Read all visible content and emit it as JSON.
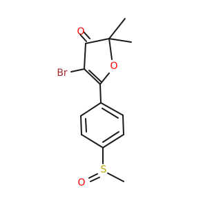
{
  "molecule": {
    "atoms": {
      "carbonyl_oxygen": {
        "symbol": "O",
        "color": "#ff0000"
      },
      "ring_oxygen": {
        "symbol": "O",
        "color": "#ff0000"
      },
      "bromine": {
        "symbol": "Br",
        "color": "#a52a2a"
      },
      "sulfur": {
        "symbol": "S",
        "color": "#b3a700"
      },
      "sulfoxide_oxygen": {
        "symbol": "O",
        "color": "#ff0000"
      }
    },
    "bond_color": "#1a1a1a"
  }
}
